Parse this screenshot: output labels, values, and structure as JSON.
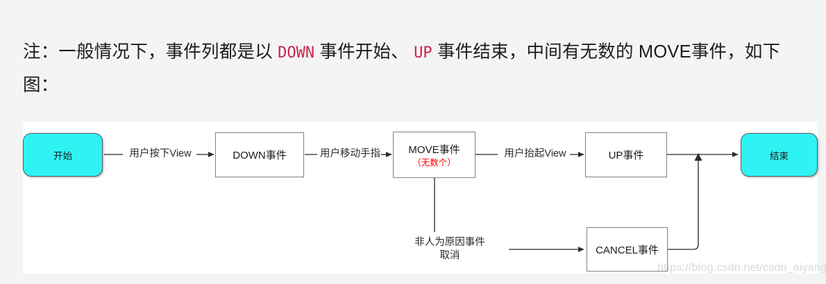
{
  "page": {
    "background_color": "#f4f4f4",
    "panel_color": "#ffffff"
  },
  "intro": {
    "part1": "注：一般情况下，事件列都是以 ",
    "code1": "DOWN",
    "part2": " 事件开始、 ",
    "code2": "UP",
    "part3": " 事件结束，中间有无数的 MOVE事件，如下图：",
    "code_color": "#c7254e"
  },
  "diagram": {
    "nodes": [
      {
        "id": "start",
        "label": "开始",
        "sub": "",
        "type": "terminal"
      },
      {
        "id": "down",
        "label": "DOWN事件",
        "sub": "",
        "type": "process"
      },
      {
        "id": "move",
        "label": "MOVE事件",
        "sub": "（无数个）",
        "type": "process"
      },
      {
        "id": "up",
        "label": "UP事件",
        "sub": "",
        "type": "process"
      },
      {
        "id": "end",
        "label": "结束",
        "sub": "",
        "type": "terminal"
      },
      {
        "id": "cancel",
        "label": "CANCEL事件",
        "sub": "",
        "type": "process"
      }
    ],
    "edge_labels": [
      {
        "id": "e1",
        "text": "用户按下View"
      },
      {
        "id": "e2",
        "text": "用户移动手指"
      },
      {
        "id": "e3",
        "text": "用户抬起View"
      },
      {
        "id": "e4_line1",
        "text": "非人为原因事件"
      },
      {
        "id": "e4_line2",
        "text": "取消"
      }
    ],
    "terminal_fill": "#2ff3f3",
    "sub_color": "#ff0000",
    "line_color": "#4a4a4a"
  },
  "watermark": {
    "text": "https://blog.csdn.net/csdn_aiyang"
  }
}
